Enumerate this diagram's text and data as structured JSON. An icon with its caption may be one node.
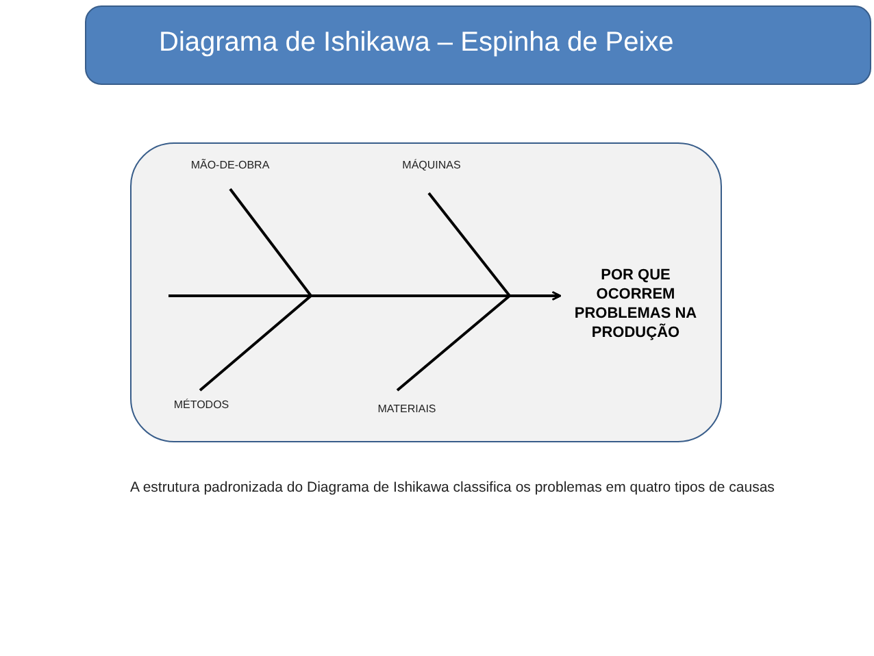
{
  "diagram": {
    "title": "Diagrama de Ishikawa – Espinha de Peixe",
    "nodes": [
      {
        "text": [
          "MÃO-DE-OBRA"
        ]
      },
      {
        "text": [
          "MÁQUINAS"
        ]
      },
      {
        "text": [
          "MÉTODOS"
        ]
      },
      {
        "text": [
          "MATERIAIS"
        ]
      },
      {
        "text": [
          "POR QUE OCORREM PROBLEMAS NA PRODUÇÃO"
        ]
      }
    ],
    "edges": [
      {
        "from": 0,
        "to": 4,
        "arrow": "to"
      },
      {
        "from": 1,
        "to": 4,
        "arrow": "to"
      },
      {
        "from": 2,
        "to": 4,
        "arrow": "to"
      },
      {
        "from": 3,
        "to": 4,
        "arrow": "to"
      },
      {
        "from": null,
        "to": 4,
        "arrow": "to"
      }
    ],
    "caption": "A estrutura padronizada do Diagrama de Ishikawa classifica os problemas em quatro tipos de causas"
  }
}
